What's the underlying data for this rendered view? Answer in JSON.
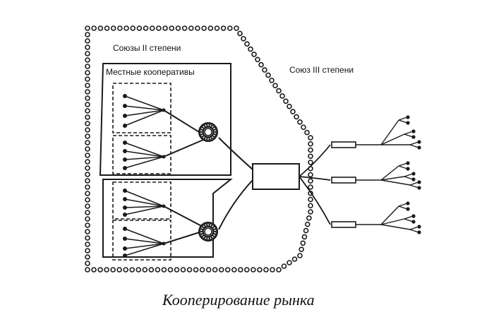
{
  "diagram": {
    "label_union2": "Союзы II степени",
    "label_local": "Местные кооперативы",
    "label_union3": "Союз III степени",
    "caption": "Кооперирование рынка"
  },
  "colors": {
    "ink": "#1a1a1a",
    "paper": "#ffffff",
    "bleed_text": "#222222"
  },
  "icons": {
    "ring_node": "coiled-ring-icon",
    "bead": "dotted-border"
  }
}
